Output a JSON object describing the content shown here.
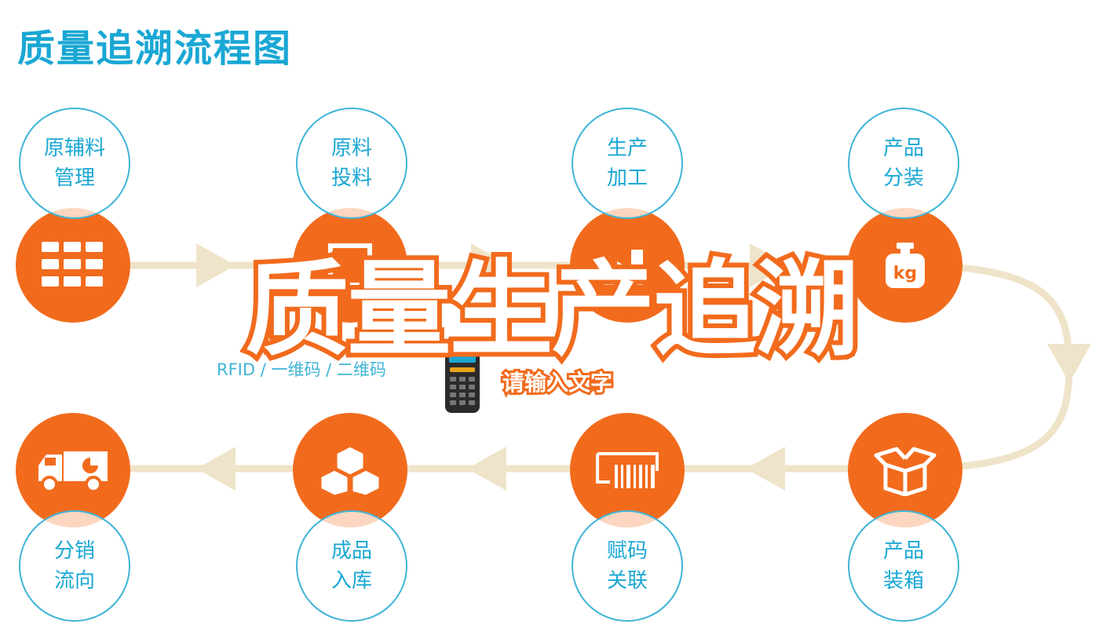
{
  "title": "质量追溯流程图",
  "overlay": {
    "headline": "质量生产追溯",
    "subtitle": "请输入文字"
  },
  "rfid_label": "RFID / 一维码 / 二维码",
  "colors": {
    "accent_orange": "#f26b1d",
    "accent_blue": "#1aa7d4",
    "arrow_beige": "#efe4c9"
  },
  "steps_top": [
    {
      "line1": "原辅料",
      "line2": "管理",
      "icon": "grid-icon"
    },
    {
      "line1": "原料",
      "line2": "投料",
      "icon": "input-icon"
    },
    {
      "line1": "生产",
      "line2": "加工",
      "icon": "factory-icon"
    },
    {
      "line1": "产品",
      "line2": "分装",
      "icon": "weight-kg-icon"
    }
  ],
  "steps_bottom": [
    {
      "line1": "分销",
      "line2": "流向",
      "icon": "truck-icon"
    },
    {
      "line1": "成品",
      "line2": "入库",
      "icon": "boxes-icon"
    },
    {
      "line1": "赋码",
      "line2": "关联",
      "icon": "barcode-icon"
    },
    {
      "line1": "产品",
      "line2": "装箱",
      "icon": "open-box-icon"
    }
  ],
  "weight_icon_text": "kg"
}
